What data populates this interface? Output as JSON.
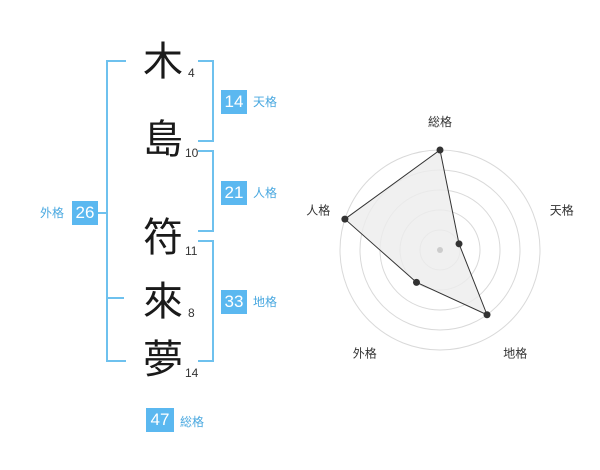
{
  "name": {
    "chars": [
      {
        "char": "木",
        "strokes": "4"
      },
      {
        "char": "島",
        "strokes": "10"
      },
      {
        "char": "符",
        "strokes": "11"
      },
      {
        "char": "來",
        "strokes": "8"
      },
      {
        "char": "夢",
        "strokes": "14"
      }
    ]
  },
  "fortune": {
    "tenkaku": {
      "value": "14",
      "label": "天格"
    },
    "jinkaku": {
      "value": "21",
      "label": "人格"
    },
    "chikaku": {
      "value": "33",
      "label": "地格"
    },
    "gaikaku": {
      "value": "26",
      "label": "外格"
    },
    "soukaku": {
      "value": "47",
      "label": "総格"
    }
  },
  "chart_data": {
    "type": "radar",
    "axes": [
      "総格",
      "天格",
      "地格",
      "外格",
      "人格"
    ],
    "values": [
      5,
      1,
      4,
      2,
      5
    ],
    "max": 5,
    "colors": {
      "fill": "#ececec",
      "line": "#333333",
      "grid": "#d9d9d9",
      "center": "#cccccc"
    }
  },
  "colors": {
    "accent": "#5bb8f0",
    "bracket": "#6ec1ee"
  }
}
